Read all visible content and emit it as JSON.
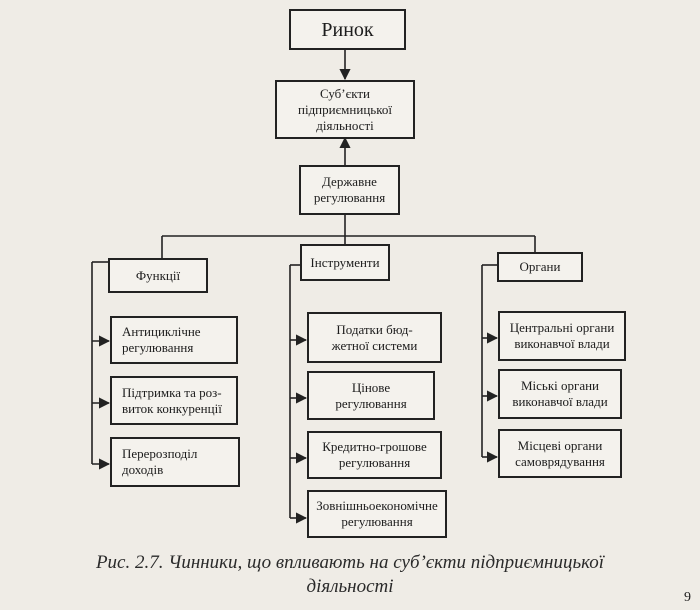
{
  "nodes": {
    "market": "Ринок",
    "subjects": [
      "Суб’єкти",
      "підприємницької",
      "діяльності"
    ],
    "state_regulation": [
      "Державне",
      "регулювання"
    ],
    "functions": "Функції",
    "instruments": "Інструменти",
    "organs": "Органи",
    "func_items": [
      [
        "Антициклічне",
        "регулювання"
      ],
      [
        "Підтримка та роз-",
        "виток конкуренції"
      ],
      [
        "Перерозподіл",
        "доходів"
      ]
    ],
    "instr_items": [
      [
        "Податки бюд-",
        "жетної системи"
      ],
      [
        "Цінове",
        "регулювання"
      ],
      [
        "Кредитно-грошове",
        "регулювання"
      ],
      [
        "Зовнішньоекономічне",
        "регулювання"
      ]
    ],
    "organ_items": [
      [
        "Центральні органи",
        "виконавчої влади"
      ],
      [
        "Міські органи",
        "виконавчої влади"
      ],
      [
        "Місцеві органи",
        "самоврядування"
      ]
    ]
  },
  "caption": {
    "line1": "Рис. 2.7. Чинники, що впливають на суб’єкти підприємницької",
    "line2": "діяльності"
  },
  "page_number": "9"
}
